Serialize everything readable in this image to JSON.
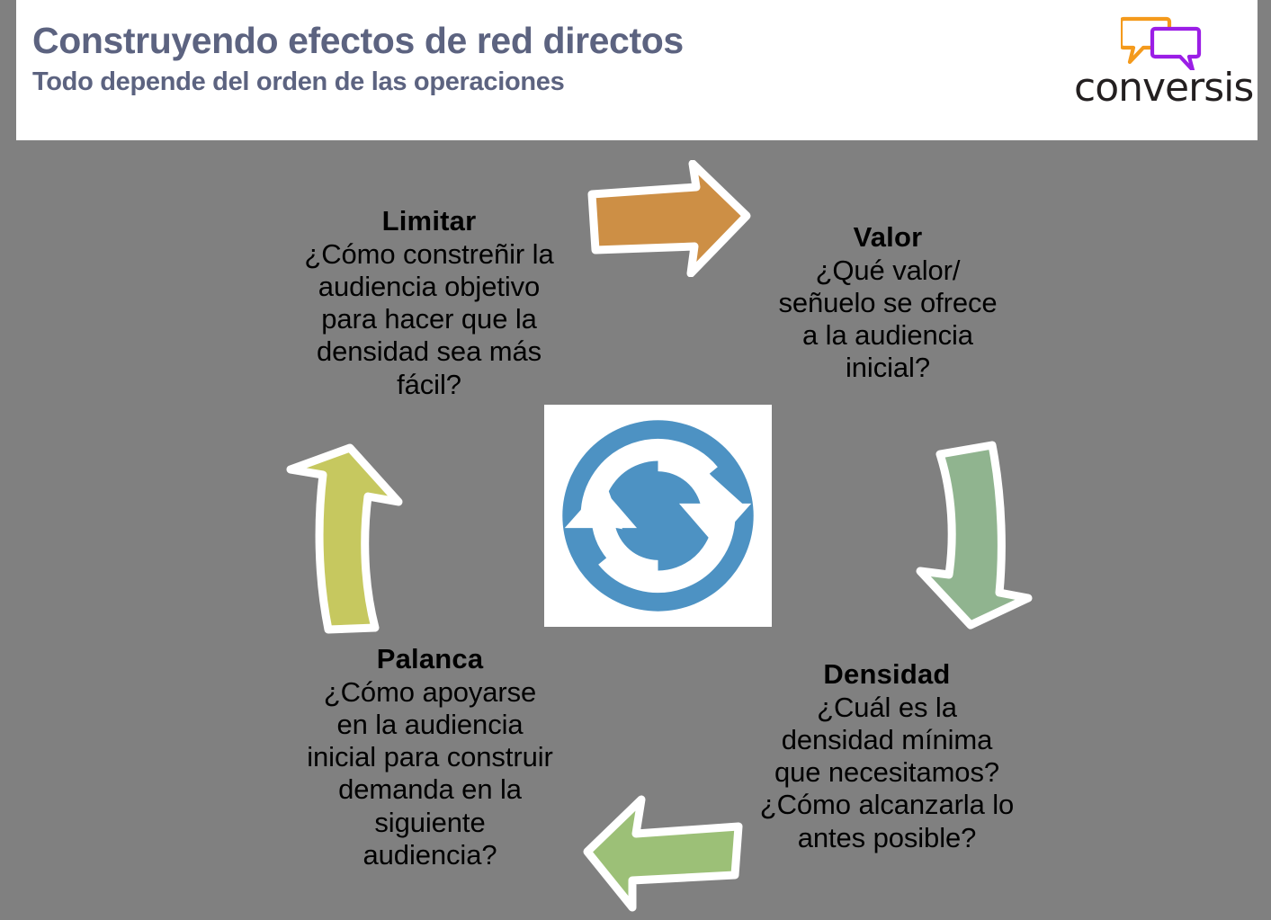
{
  "header": {
    "title": "Construyendo efectos de red directos",
    "subtitle": "Todo depende del orden de las operaciones",
    "title_color": "#5c6380"
  },
  "logo": {
    "wordmark": "conversis",
    "bubble_orange_color": "#f49a1c",
    "bubble_purple_color": "#9b1ee6",
    "icon_name": "two-speech-bubbles"
  },
  "background": {
    "slide_color": "#808080",
    "header_color": "#ffffff"
  },
  "center": {
    "icon_name": "cycle-refresh-icon",
    "icon_color": "#4d92c3",
    "plate_color": "#ffffff"
  },
  "arrows": [
    {
      "id": "top",
      "direction": "right",
      "color": "#cd8f45",
      "outline": "#ffffff",
      "icon_name": "arrow-right-orange"
    },
    {
      "id": "right",
      "direction": "down",
      "color": "#90b48f",
      "outline": "#ffffff",
      "icon_name": "arrow-down-green"
    },
    {
      "id": "bottom",
      "direction": "left",
      "color": "#9cc077",
      "outline": "#ffffff",
      "icon_name": "arrow-left-green"
    },
    {
      "id": "left",
      "direction": "up",
      "color": "#c6c85f",
      "outline": "#ffffff",
      "icon_name": "arrow-up-olive"
    }
  ],
  "nodes": {
    "limitar": {
      "title": "Limitar",
      "body": "¿Cómo constreñir la\naudiencia objetivo\npara hacer que la\ndensidad sea más\nfácil?"
    },
    "valor": {
      "title": "Valor",
      "body": "¿Qué valor/\nseñuelo se ofrece\na la audiencia\ninicial?"
    },
    "densidad": {
      "title": "Densidad",
      "body": "¿Cuál es la\ndensidad mínima\nque necesitamos?\n¿Cómo alcanzarla lo\nantes posible?"
    },
    "palanca": {
      "title": "Palanca",
      "body": "¿Cómo apoyarse\nen la audiencia\ninicial para construir\ndemanda en la\nsiguiente\naudiencia?"
    }
  }
}
